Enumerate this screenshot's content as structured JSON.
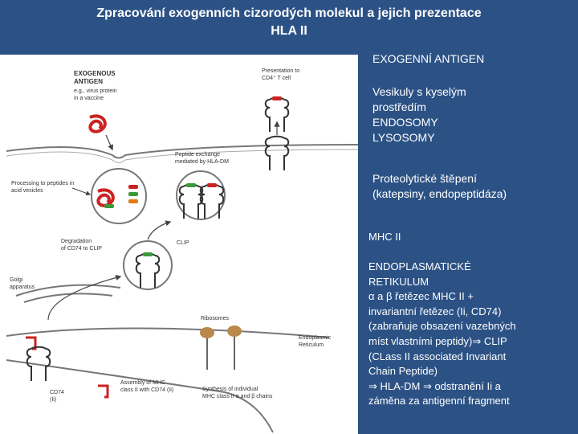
{
  "title": {
    "line1": "Zpracování exogenních cizorodých molekul a jejich prezentace",
    "line2": "HLA II"
  },
  "notes": {
    "exogenous_antigen": "EXOGENNÍ ANTIGEN",
    "vesicles": [
      "Vesikuly s kyselým",
      "prostředím",
      "ENDOSOMY",
      "LYSOSOMY"
    ],
    "proteolysis": [
      "Proteolytické štěpení",
      "(katepsiny, endopeptidáza)"
    ],
    "mhc": "MHC II",
    "er": [
      "ENDOPLASMATICKÉ",
      "RETIKULUM",
      "α a β řetězec MHC II +",
      "invariantní řetězec (Ii, CD74)",
      "(zabraňuje obsazení  vazebných",
      "míst vlastními peptidy)⇒ CLIP",
      "(CLass II associated Invariant",
      "Chain Peptide)",
      "⇒ HLA-DM ⇒ odstranění Ii a",
      "záměna za antigenní fragment"
    ]
  },
  "diagram": {
    "exogenous_antigen_title": [
      "EXOGENOUS",
      "ANTIGEN"
    ],
    "exogenous_antigen_example": [
      "e.g., virus protein",
      "in a vaccine"
    ],
    "presentation": [
      "Presentation to",
      "CD4⁺ T cell"
    ],
    "peptide_exchange": [
      "Peptide exchange",
      "mediated by HLA-DM"
    ],
    "processing": [
      "Processing to peptides in",
      "acid vesicles"
    ],
    "degradation": [
      "Degradation",
      "of CD74 to CLIP"
    ],
    "clip": "CLIP",
    "golgi": [
      "Golgi",
      "apparatus"
    ],
    "ribosomes": "Ribosomes",
    "er_label": [
      "Endoplasmic",
      "Reticulum"
    ],
    "cd74": [
      "CD74",
      "(Ii)"
    ],
    "assembly": [
      "Assembly of MHC",
      "class II with CD74 (Ii)"
    ],
    "synthesis": [
      "Synthesis of individual",
      "MHC class II α and β chains"
    ]
  },
  "colors": {
    "background": "#2c5285",
    "antigen_red": "#cc2222",
    "peptide_green": "#3a9a3a",
    "peptide_orange": "#e07a10",
    "ribosome_tan": "#b8894a"
  }
}
